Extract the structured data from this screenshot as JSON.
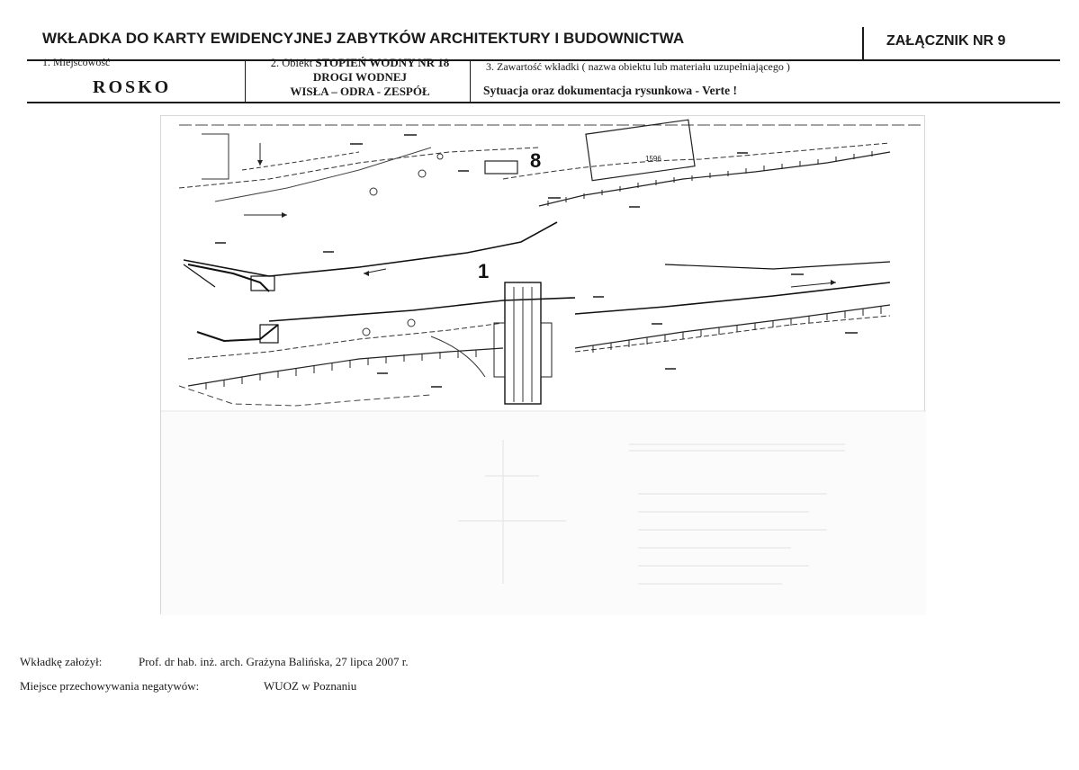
{
  "header": {
    "title": "WKŁADKA DO KARTY EWIDENCYJNEJ ZABYTKÓW ARCHITEKTURY I BUDOWNICTWA",
    "annex": "ZAŁĄCZNIK NR 9"
  },
  "field1": {
    "label": "1. Miejscowość",
    "value": "ROSKO"
  },
  "field2": {
    "prefix": "2. Obiekt",
    "line1": "STOPIEŃ WODNY NR 18",
    "line2": "DROGI WODNEJ",
    "line3": "WISŁA – ODRA - ZESPÓŁ"
  },
  "field3": {
    "label": "3. Zawartość wkładki ( nazwa obiektu lub materiału uzupełniającego )",
    "value": "Sytuacja oraz dokumentacja rysunkowa - Verte !"
  },
  "map": {
    "label_1": "1",
    "label_8": "8",
    "label_1596": "1596"
  },
  "footer": {
    "author_label": "Wkładkę założył:",
    "author_value": "Prof. dr hab. inż. arch. Grażyna Balińska, 27 lipca 2007 r.",
    "storage_label": "Miejsce przechowywania negatywów:",
    "storage_value": "WUOZ w Poznaniu"
  }
}
